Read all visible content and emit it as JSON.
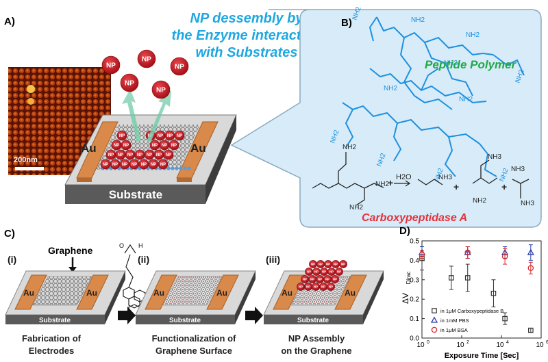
{
  "panel_a": {
    "label": "A)",
    "title_lines": [
      "NP dessembly by",
      "the Enzyme interaction",
      "with Substrates"
    ],
    "np_label": "NP",
    "scale_bar": "200nm",
    "electrode_label": "Au",
    "substrate_label": "Substrate"
  },
  "panel_b": {
    "label": "B)",
    "peptide_polymer": "Peptide Polymer",
    "enzyme": "Carboxypeptidase A",
    "water": "H2O",
    "plus": "+",
    "amine_group": "NH2",
    "ammonium_group": "NH3"
  },
  "panel_c": {
    "label": "C)",
    "graphene_label": "Graphene",
    "step_labels": [
      "(i)",
      "(ii)",
      "(iii)"
    ],
    "electrode_label": "Au",
    "substrate_label": "Substrate",
    "np_label": "NP",
    "aldehyde_label": "H",
    "aldehyde_o": "O",
    "captions": [
      [
        "Fabrication of",
        "Electrodes"
      ],
      [
        "Functionalization of",
        "Graphene Surface"
      ],
      [
        "NP Assembly",
        "on the Graphene"
      ]
    ]
  },
  "panel_d": {
    "label": "D)",
    "chart_data": {
      "type": "scatter",
      "xlabel": "Exposure Time [Sec]",
      "ylabel": "ΔV",
      "ylabel_sub": "Dirac",
      "xscale": "log",
      "xlim": [
        1,
        1000000
      ],
      "ylim": [
        0,
        0.5
      ],
      "x_tick_labels": [
        {
          "base": "10",
          "exp": "0",
          "value": 1
        },
        {
          "base": "10",
          "exp": "2",
          "value": 100
        },
        {
          "base": "10",
          "exp": "4",
          "value": 10000
        },
        {
          "base": "10",
          "exp": "6",
          "value": 1000000
        }
      ],
      "y_ticks": [
        "0.0",
        "0.1",
        "0.2",
        "0.3",
        "0.4",
        "0.5"
      ],
      "legend_position": "bottom-left",
      "series": [
        {
          "name": "in 1μM Carboxypeptidase B",
          "marker": "square",
          "color": "#333333",
          "x": [
            1,
            30,
            200,
            4000,
            15000,
            300000
          ],
          "y": [
            0.41,
            0.31,
            0.31,
            0.23,
            0.1,
            0.04
          ],
          "err": [
            0.06,
            0.06,
            0.07,
            0.07,
            0.03,
            0.01
          ]
        },
        {
          "name": "in 1mM PBS",
          "marker": "triangle",
          "color": "#2a3fa8",
          "x": [
            1,
            200,
            15000,
            300000
          ],
          "y": [
            0.44,
            0.44,
            0.44,
            0.44
          ],
          "err": [
            0.03,
            0.03,
            0.03,
            0.04
          ]
        },
        {
          "name": "in 1μM BSA",
          "marker": "circle",
          "color": "#d6262b",
          "x": [
            1,
            200,
            15000,
            300000
          ],
          "y": [
            0.43,
            0.44,
            0.42,
            0.36
          ],
          "err": [
            0.02,
            0.03,
            0.04,
            0.03
          ]
        }
      ]
    }
  }
}
